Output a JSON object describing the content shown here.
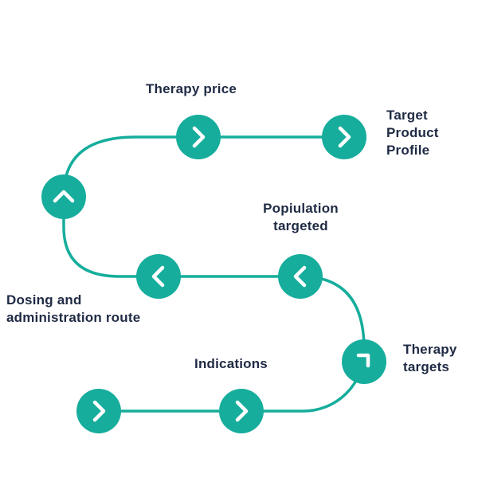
{
  "colors": {
    "accent": "#16ad9c",
    "text": "#1f2a44",
    "icon": "#ffffff"
  },
  "steps": [
    {
      "label": "Indications",
      "icon": "chevron-right-icon"
    },
    {
      "label": "",
      "icon": "chevron-right-icon"
    },
    {
      "label": "Therapy\ntargets",
      "icon": "corner-turn-icon"
    },
    {
      "label": "Popiulation\ntargeted",
      "icon": "chevron-left-icon"
    },
    {
      "label": "Dosing and\nadministration route",
      "icon": "chevron-left-icon"
    },
    {
      "label": "",
      "icon": "chevron-up-icon"
    },
    {
      "label": "Therapy price",
      "icon": "chevron-right-icon"
    },
    {
      "label": "Target\nProduct\nProfile",
      "icon": "chevron-right-icon"
    }
  ]
}
